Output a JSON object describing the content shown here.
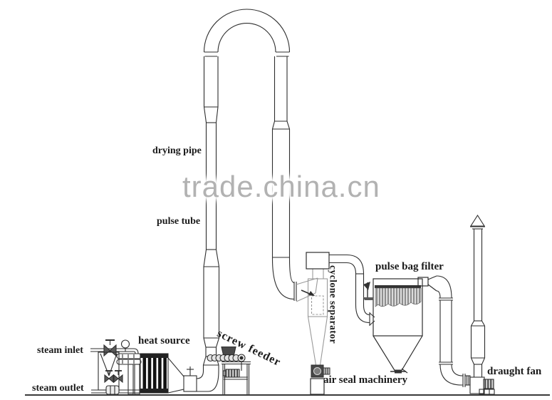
{
  "diagram": {
    "watermark": "trade.china.cn",
    "labels": {
      "drying_pipe": "drying pipe",
      "pulse_tube": "pulse tube",
      "heat_source": "heat source",
      "steam_inlet": "steam inlet",
      "steam_outlet": "steam outlet",
      "screw_feeder": "screw feeder",
      "cyclone_separator": "cyclone separator",
      "air_seal_machinery": "air seal machinery",
      "pulse_bag_filter": "pulse bag filter",
      "draught_fan": "draught fan"
    },
    "colors": {
      "background": "#ffffff",
      "line": "#2e2e2e",
      "light_line": "#9a9a9a",
      "dark_fill": "#2b2b2b",
      "watermark": "#b2b2b2"
    }
  }
}
